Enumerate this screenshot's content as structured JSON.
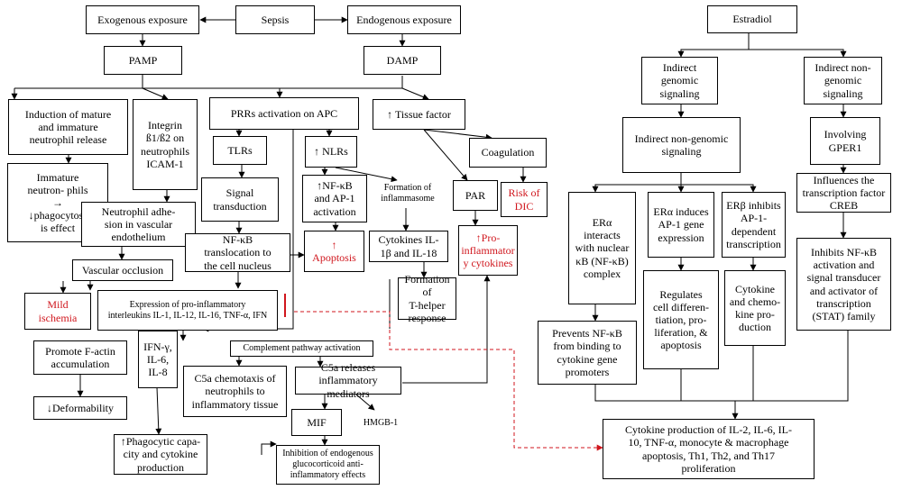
{
  "nodes": {
    "sepsis": "Sepsis",
    "exogenous": "Exogenous exposure",
    "endogenous": "Endogenous exposure",
    "pamp": "PAMP",
    "damp": "DAMP",
    "induction": "Induction of mature\nand immature\nneutrophil release",
    "integrin": "Integrin\nß1/ß2 on\nneutrophils\nICAM-1",
    "prrs": "PRRs activation on APC",
    "tissue_factor": "↑ Tissue factor",
    "immature": "Immature\nneutron- phils\n→\n↓phagocytos-\nis effect",
    "neutrophil_adhesion": "Neutrophil adhe-\nsion in vascular\nendothelium",
    "vascular_occlusion": "Vascular occlusion",
    "mild_ischemia": "Mild\nischemia",
    "tlrs": "TLRs",
    "nlrs": "↑ NLRs",
    "signal_transduction": "Signal\ntransduction",
    "nfkb_translocation": "NF-κB\ntranslocation to\nthe cell nucleus",
    "nfkb_ap1": "↑NF-κB\nand AP-1\nactivation",
    "apoptosis": "↑\nApoptosis",
    "formation_inflammasome": "Formation of\ninflammasome",
    "cytokines_il1": "Cytokines IL-\n1β and IL-18",
    "t_helper": "Formation of\nT-helper\nresponse",
    "coagulation": "Coagulation",
    "par": "PAR",
    "pro_inflammatory": "↑Pro-\ninflammator\ny cytokines",
    "risk_dic": "Risk of\nDIC",
    "expression_interleukins": "Expression of pro-inflammatory\ninterleukins IL-1, IL-12, IL-16, TNF-α, IFN",
    "promote_factin": "Promote F-actin\naccumulation",
    "deformability": "↓Deformability",
    "ifn_gamma": "IFN-γ,\nIL-6,\nIL-8",
    "phagocytic": "↑Phagocytic capa-\ncity and cytokine\nproduction",
    "complement": "Complement pathway activation",
    "c5a_chemotaxis": "C5a chemotaxis of\nneutrophils to\ninflammatory tissue",
    "c5a_releases": "C5a releases\ninflammatory\nmediators",
    "mif": "MIF",
    "hmgb1": "HMGB-1",
    "inhibition_glucocorticoid": "Inhibition of endogenous\nglucocorticoid anti-\ninflammatory effects",
    "estradiol": "Estradiol",
    "indirect_genomic": "Indirect\ngenomic\nsignaling",
    "indirect_nongenomic_right": "Indirect non-\ngenomic\nsignaling",
    "indirect_nongenomic_mid": "Indirect non-genomic\nsignaling",
    "involving_gper1": "Involving\nGPER1",
    "influences_creb": "Influences the\ntranscription factor\nCREB",
    "inhibits_nfkb_stat": "Inhibits NF-κB\nactivation and\nsignal transducer\nand activator of\ntranscription\n(STAT) family",
    "er_alpha_interacts": "ERα\ninteracts\nwith nuclear\nκB (NF-κB)\ncomplex",
    "er_alpha_induces": "ERα induces\nAP-1 gene\nexpression",
    "er_beta_inhibits": "ERβ inhibits\nAP-1-\ndependent\ntranscription",
    "regulates_cell": "Regulates\ncell differen-\ntiation, pro-\nliferation, &\napoptosis",
    "cytokine_chemokine": "Cytokine\nand chemo-\nkine pro-\nduction",
    "prevents_nfkb": "Prevents NF-κB\nfrom binding to\ncytokine gene\npromoters",
    "cytokine_production": "Cytokine production of IL-2, IL-6, IL-\n10, TNF-α, monocyte & macrophage\napoptosis, Th1, Th2, and Th17\nproliferation"
  }
}
